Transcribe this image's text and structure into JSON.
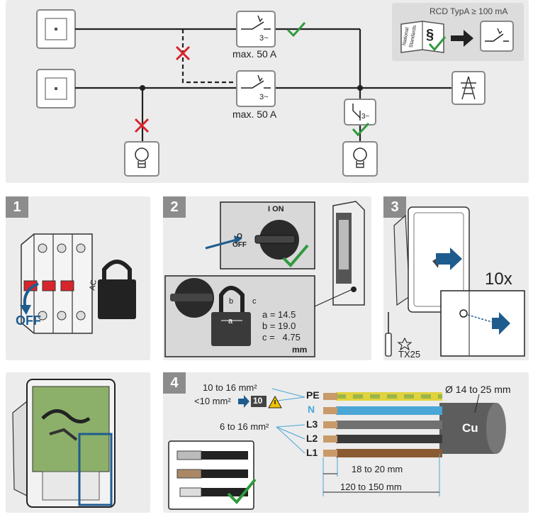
{
  "overview": {
    "breaker_top_rating": "3~",
    "breaker_top_label": "max. 50 A",
    "breaker_bottom_rating": "3~",
    "breaker_bottom_label": "max. 50 A",
    "breaker_right_rating": "3~",
    "rcd_note": "RCD TypA ≥ 100 mA",
    "book_text_1": "National",
    "book_text_2": "Standards",
    "book_symbol": "§"
  },
  "steps": [
    {
      "number": "1",
      "off_label": "OFF",
      "ac_label": "AC"
    },
    {
      "number": "2",
      "on_label": "I ON",
      "off_label": "O\nOFF",
      "dim_a": "a = 14.5",
      "dim_b": "b = 19.0",
      "dim_c": "c =   4.75",
      "unit": "mm",
      "letter_a": "a",
      "letter_b": "b",
      "letter_c": "c"
    },
    {
      "number": "3",
      "count": "10x",
      "tool": "TX25"
    },
    {
      "number": "4",
      "pe_cross_section": "10 to 16 mm²",
      "small_cross_section": "<10 mm²",
      "small_badge": "10",
      "phase_cross_section": "6 to 16 mm²",
      "conductors": [
        "PE",
        "N",
        "L3",
        "L2",
        "L1"
      ],
      "cable_diameter": "Ø 14 to 25 mm",
      "material": "Cu",
      "strip_length": "18 to 20 mm",
      "sheath_length": "120 to 150 mm"
    }
  ],
  "colors": {
    "panel": "#ececec",
    "step_badge": "#8c8c8c",
    "check_green": "#2f9a3c",
    "cross_red": "#d8242c",
    "arrow_blue": "#1f5c8e",
    "wire_pe_green": "#9bb54a",
    "wire_pe_yellow": "#e0d33c",
    "wire_n_blue": "#4aa6d6",
    "wire_l3_grey": "#707070",
    "wire_l2_black": "#3a3a3a",
    "wire_l1_brown": "#8a5a32",
    "sheath": "#5d5d5d"
  }
}
